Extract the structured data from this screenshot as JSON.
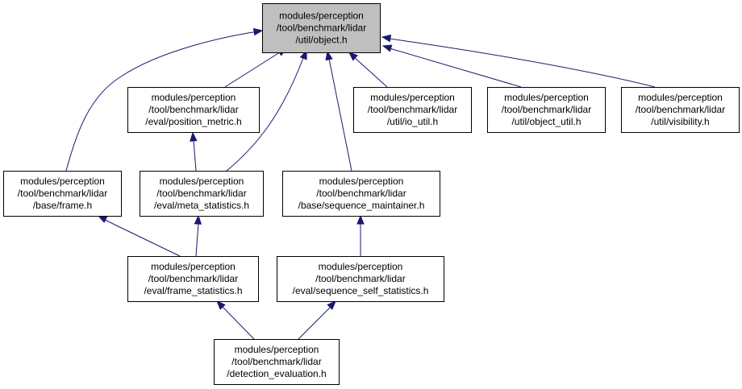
{
  "diagram": {
    "colors": {
      "edge": "#191970",
      "root_fill": "#bfbfbf",
      "node_fill": "#ffffff",
      "node_border": "#000000"
    },
    "nodes": [
      {
        "id": "object",
        "lines": [
          "modules/perception",
          "/tool/benchmark/lidar",
          "/util/object.h"
        ],
        "highlighted": true
      },
      {
        "id": "frame",
        "lines": [
          "modules/perception",
          "/tool/benchmark/lidar",
          "/base/frame.h"
        ]
      },
      {
        "id": "position_metric",
        "lines": [
          "modules/perception",
          "/tool/benchmark/lidar",
          "/eval/position_metric.h"
        ]
      },
      {
        "id": "meta_statistics",
        "lines": [
          "modules/perception",
          "/tool/benchmark/lidar",
          "/eval/meta_statistics.h"
        ]
      },
      {
        "id": "sequence_maintainer",
        "lines": [
          "modules/perception",
          "/tool/benchmark/lidar",
          "/base/sequence_maintainer.h"
        ]
      },
      {
        "id": "io_util",
        "lines": [
          "modules/perception",
          "/tool/benchmark/lidar",
          "/util/io_util.h"
        ]
      },
      {
        "id": "object_util",
        "lines": [
          "modules/perception",
          "/tool/benchmark/lidar",
          "/util/object_util.h"
        ]
      },
      {
        "id": "visibility",
        "lines": [
          "modules/perception",
          "/tool/benchmark/lidar",
          "/util/visibility.h"
        ]
      },
      {
        "id": "frame_statistics",
        "lines": [
          "modules/perception",
          "/tool/benchmark/lidar",
          "/eval/frame_statistics.h"
        ]
      },
      {
        "id": "sequence_self_statistics",
        "lines": [
          "modules/perception",
          "/tool/benchmark/lidar",
          "/eval/sequence_self_statistics.h"
        ]
      },
      {
        "id": "detection_evaluation",
        "lines": [
          "modules/perception",
          "/tool/benchmark/lidar",
          "/detection_evaluation.h"
        ]
      }
    ],
    "edges": [
      {
        "from": "frame",
        "to": "object"
      },
      {
        "from": "position_metric",
        "to": "object"
      },
      {
        "from": "meta_statistics",
        "to": "object"
      },
      {
        "from": "sequence_maintainer",
        "to": "object"
      },
      {
        "from": "io_util",
        "to": "object"
      },
      {
        "from": "object_util",
        "to": "object"
      },
      {
        "from": "visibility",
        "to": "object"
      },
      {
        "from": "meta_statistics",
        "to": "position_metric"
      },
      {
        "from": "frame_statistics",
        "to": "frame"
      },
      {
        "from": "frame_statistics",
        "to": "meta_statistics"
      },
      {
        "from": "sequence_self_statistics",
        "to": "sequence_maintainer"
      },
      {
        "from": "detection_evaluation",
        "to": "frame_statistics"
      },
      {
        "from": "detection_evaluation",
        "to": "sequence_self_statistics"
      }
    ]
  }
}
